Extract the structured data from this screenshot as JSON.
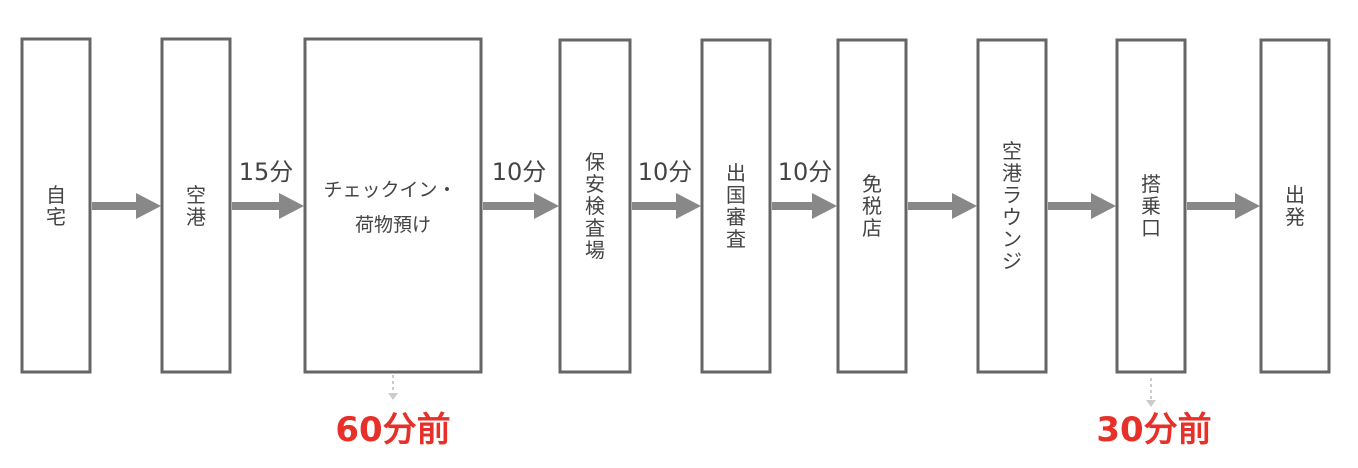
{
  "steps": [
    {
      "label": "自宅"
    },
    {
      "label": "空港"
    },
    {
      "label": "チェックイン・荷物預け",
      "lines": [
        "チェックイン・",
        "荷物預け"
      ]
    },
    {
      "label": "保安検査場"
    },
    {
      "label": "出国審査"
    },
    {
      "label": "免税店"
    },
    {
      "label": "空港ラウンジ"
    },
    {
      "label": "搭乗口"
    },
    {
      "label": "出発"
    }
  ],
  "durations": [
    "15分",
    "10分",
    "10分",
    "10分"
  ],
  "notes": [
    {
      "text": "60分前",
      "step": "チェックイン・荷物預け"
    },
    {
      "text": "30分前",
      "step": "搭乗口"
    }
  ],
  "colors": {
    "box_border": "#666666",
    "arrow": "#888888",
    "text": "#444444",
    "note": "#e8302a",
    "dashed_pointer": "#cccccc"
  }
}
